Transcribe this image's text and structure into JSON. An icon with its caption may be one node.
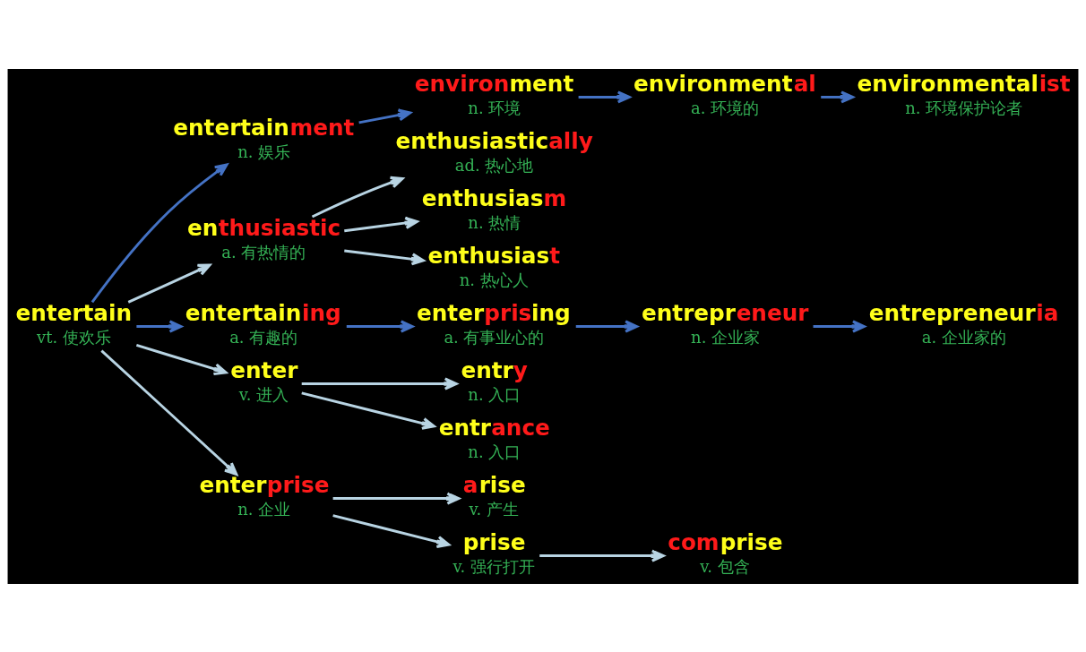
{
  "diagram": {
    "nodes": [
      {
        "text": [
          "enthusiastically",
          "ad. 热心地"
        ]
      },
      {
        "text": [
          "environment",
          "n. 环境"
        ]
      },
      {
        "text": [
          "enthusiasm",
          "n. 热情"
        ]
      },
      {
        "text": [
          "entertainment",
          "n. 娱乐"
        ]
      },
      {
        "text": [
          "environmental",
          "a. 环境的"
        ]
      },
      {
        "text": [
          "enthusiastic",
          "a. 有热情的"
        ]
      },
      {
        "text": [
          "entertain",
          "vt. 使欢乐"
        ]
      },
      {
        "text": [
          "entertaining",
          "a. 有趣的"
        ]
      },
      {
        "text": [
          "enthusiast",
          "n. 热心人"
        ]
      },
      {
        "text": [
          "environmentalist",
          "n. 环境保护论者"
        ]
      },
      {
        "text": [
          "enter",
          "v. 进入"
        ]
      },
      {
        "text": [
          "enterprise",
          "n. 企业"
        ]
      },
      {
        "text": [
          "enterprising",
          "a. 有事业心的"
        ]
      },
      {
        "text": [
          "entry",
          "n. 入口"
        ]
      },
      {
        "text": [
          "entrance",
          "n. 入口"
        ]
      },
      {
        "text": [
          "arise",
          "v. 产生"
        ]
      },
      {
        "text": [
          "entrepreneur",
          "n. 企业家"
        ]
      },
      {
        "text": [
          "prise",
          "v. 强行打开"
        ]
      },
      {
        "text": [
          "comprise",
          "v. 包含"
        ]
      },
      {
        "text": [
          "entrepreneuria",
          "a. 企业家的"
        ]
      }
    ],
    "edges": [
      {
        "from": 5,
        "to": 2,
        "arrow": "to"
      },
      {
        "from": 5,
        "to": 0,
        "arrow": "to"
      },
      {
        "from": 6,
        "to": 5,
        "arrow": "to"
      },
      {
        "from": 6,
        "to": 3,
        "arrow": "to",
        "color": "#4472c4"
      },
      {
        "from": 3,
        "to": 1,
        "arrow": "to",
        "color": "#4472c4"
      },
      {
        "from": 1,
        "to": 4,
        "arrow": "to",
        "color": "#4472c4"
      },
      {
        "from": 4,
        "to": 9,
        "arrow": "to",
        "color": "#4472c4"
      },
      {
        "from": 6,
        "to": 7,
        "arrow": "to",
        "color": "#4472c4"
      },
      {
        "from": 5,
        "to": 8,
        "arrow": "to"
      },
      {
        "from": 6,
        "to": 10,
        "arrow": "to"
      },
      {
        "from": 6,
        "to": 11,
        "arrow": "to"
      },
      {
        "from": 7,
        "to": 12,
        "arrow": "to",
        "color": "#4472c4"
      },
      {
        "from": 10,
        "to": 13,
        "arrow": "to"
      },
      {
        "from": 10,
        "to": 14,
        "arrow": "to"
      },
      {
        "from": 11,
        "to": 17,
        "arrow": "to"
      },
      {
        "from": 11,
        "to": 15,
        "arrow": "to"
      },
      {
        "from": 17,
        "to": 18,
        "arrow": "to"
      },
      {
        "from": 12,
        "to": 16,
        "arrow": "to",
        "color": "#4472c4"
      },
      {
        "from": 16,
        "to": 19,
        "arrow": "to",
        "color": "#4472c4"
      }
    ]
  }
}
